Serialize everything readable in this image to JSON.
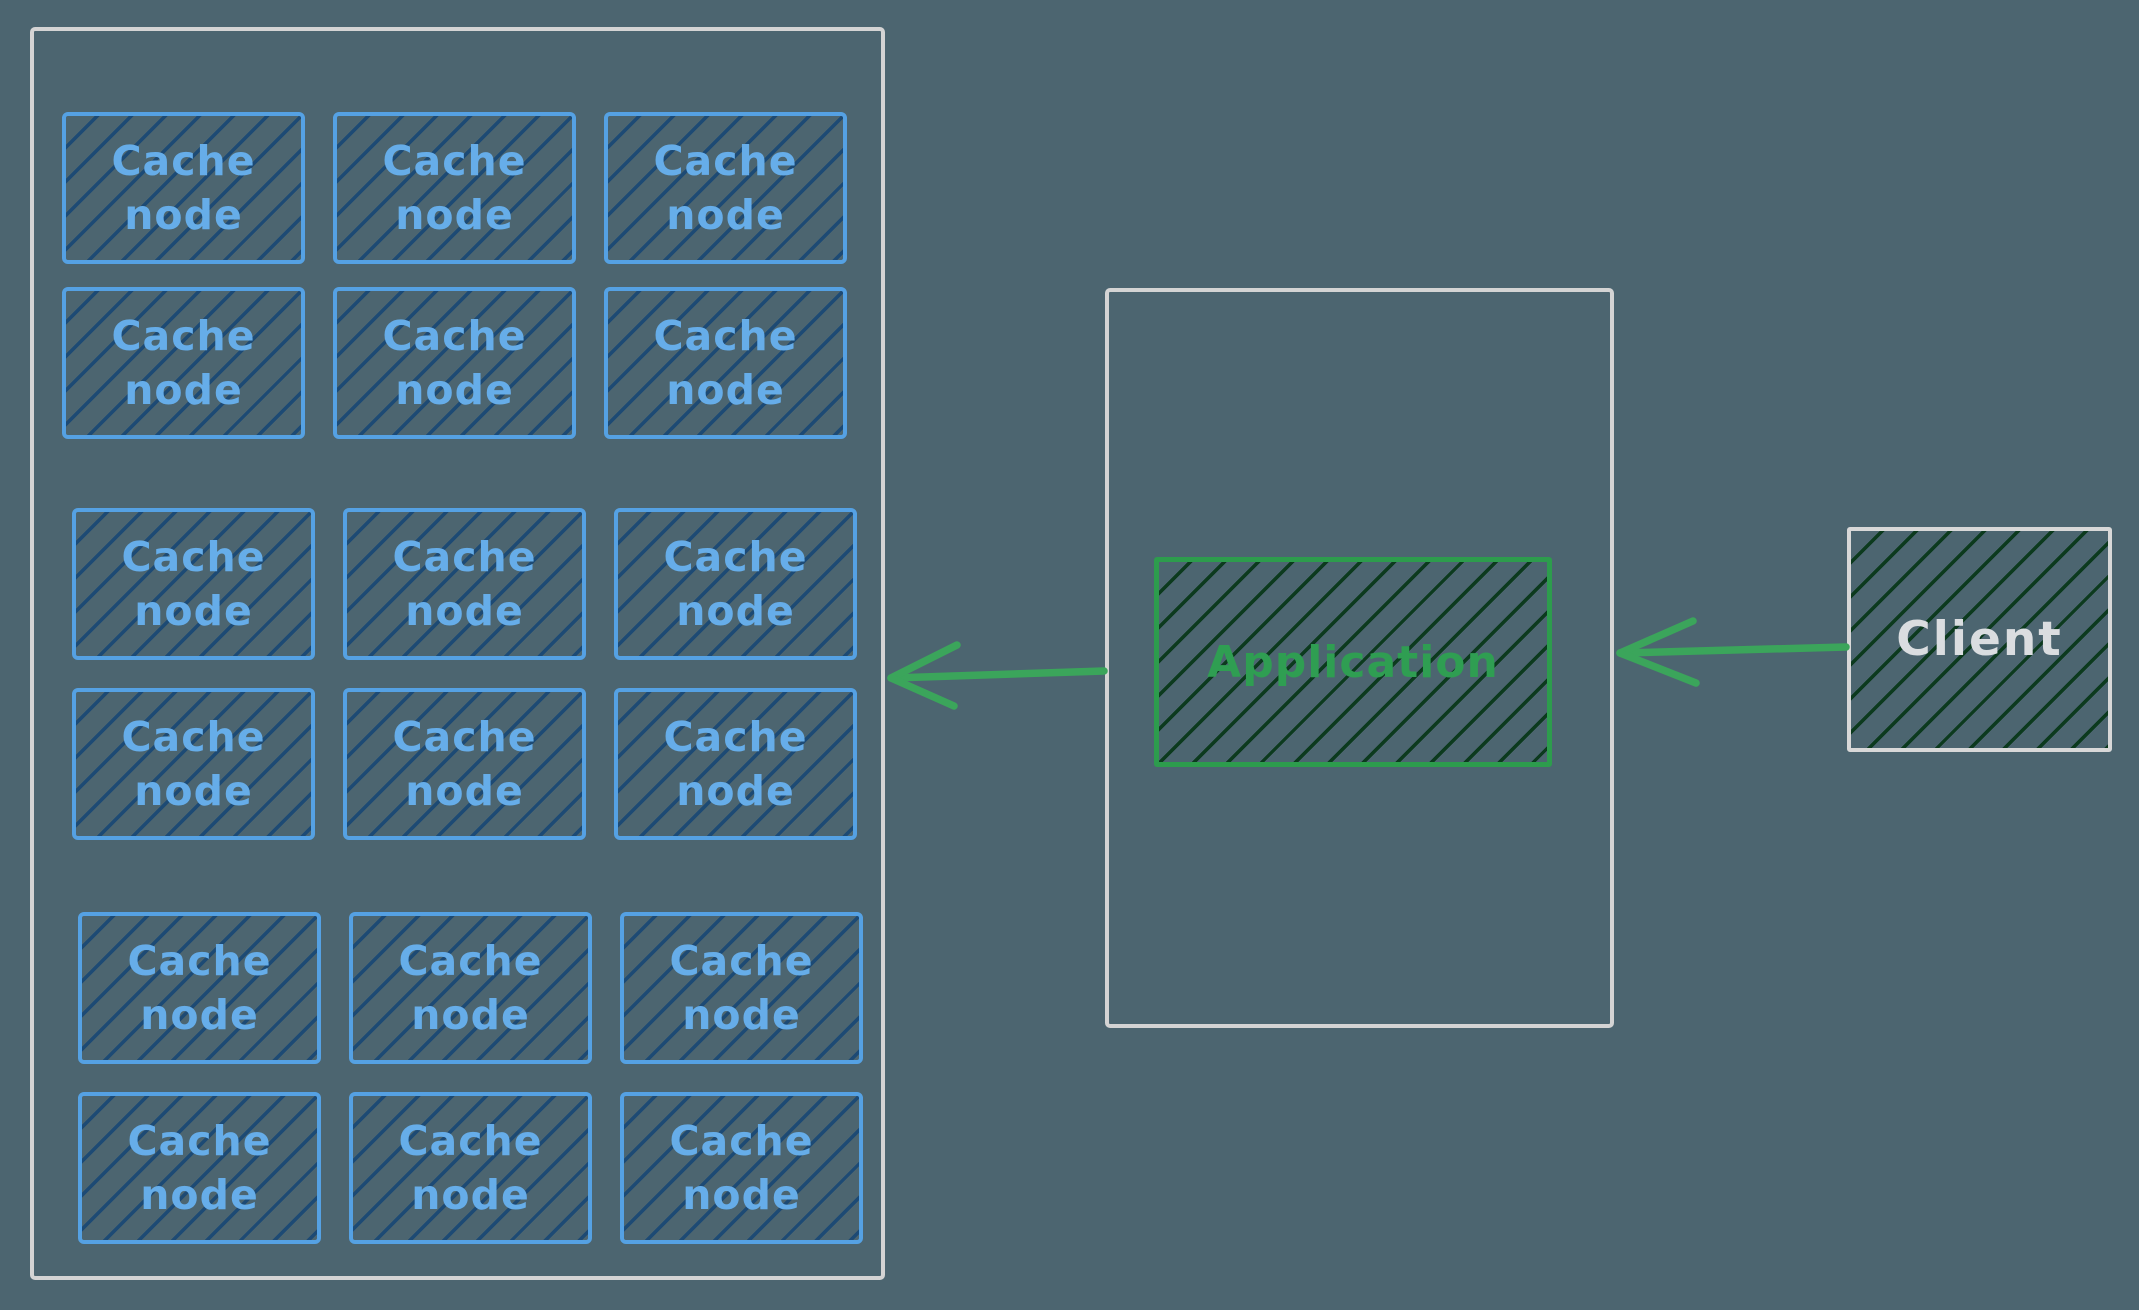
{
  "colors": {
    "canvas_bg": "#4c6570",
    "container_stroke": "#d4d4d4",
    "node_stroke": "#55a1e3",
    "node_text": "#66ade9",
    "node_hatch": "#1d4a74",
    "app_stroke": "#2d9c4d",
    "app_text": "#2f9e52",
    "green_hatch": "#0c3a1e",
    "arrow": "#3ba55b",
    "client_stroke": "#d8d8d8",
    "client_text": "#dadde0"
  },
  "cache_cluster": {
    "node_label": "Cache\nnode",
    "node_count": 18,
    "groups": 3,
    "columns": 3,
    "rows_per_group": 2
  },
  "application": {
    "label": "Application"
  },
  "client": {
    "label": "Client"
  },
  "arrows": [
    {
      "name": "application-to-cache-cluster",
      "direction": "left"
    },
    {
      "name": "client-to-application",
      "direction": "left"
    }
  ]
}
